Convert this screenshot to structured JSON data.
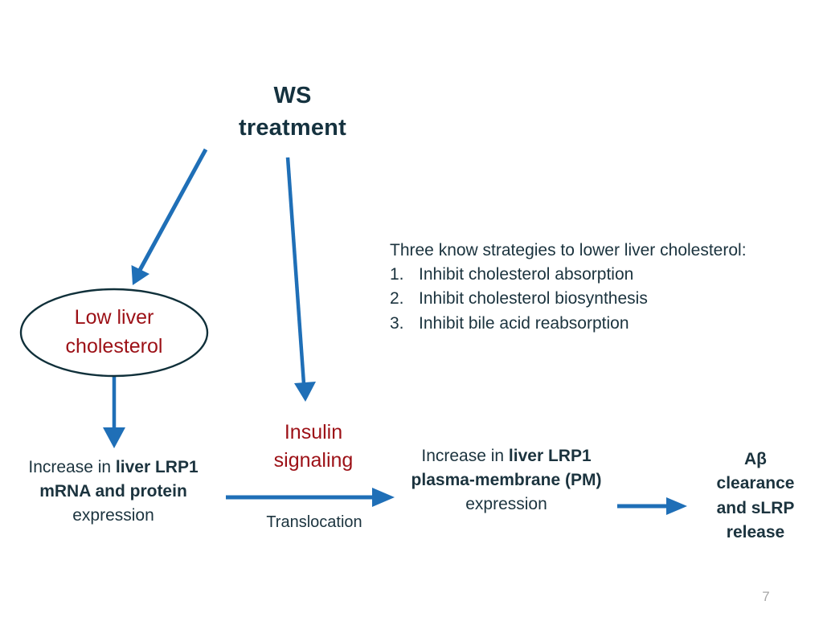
{
  "slide": {
    "page_number": "7",
    "background_color": "#ffffff"
  },
  "colors": {
    "arrow_blue": "#1F6FB7",
    "text_navy": "#1B333E",
    "accent_red": "#9C1016",
    "ellipse_stroke": "#10303A",
    "page_number_gray": "#A6A6A6"
  },
  "title": {
    "line1": "WS",
    "line2": "treatment"
  },
  "ellipse_node": {
    "line1": "Low liver",
    "line2": "cholesterol"
  },
  "strategy_block": {
    "heading": "Three know strategies to lower liver cholesterol:",
    "items": [
      {
        "num": "1.",
        "text": "Inhibit cholesterol absorption"
      },
      {
        "num": "2.",
        "text": "Inhibit cholesterol biosynthesis"
      },
      {
        "num": "3.",
        "text": "Inhibit bile acid reabsorption"
      }
    ]
  },
  "insulin_node": {
    "line1": "Insulin",
    "line2": "signaling"
  },
  "translocation_label": "Translocation",
  "flow_boxes": {
    "lrp1_mrna": {
      "prefix": "Increase in ",
      "bold": "liver LRP1 mRNA and protein",
      "suffix": " expression"
    },
    "lrp1_pm": {
      "prefix": "Increase in ",
      "bold": "liver LRP1 plasma-membrane (PM)",
      "suffix": " expression"
    },
    "abeta": {
      "line1": "Aβ",
      "line2": "clearance",
      "line3": "and sLRP",
      "line4": "release"
    }
  },
  "arrows": [
    {
      "name": "arrow-ws-to-ellipse",
      "from": "WS treatment",
      "to": "Low liver cholesterol",
      "direction": "diagonal-down-left"
    },
    {
      "name": "arrow-ws-to-insulin",
      "from": "WS treatment",
      "to": "Insulin signaling",
      "direction": "down"
    },
    {
      "name": "arrow-ellipse-to-lrp1-mrna",
      "from": "Low liver cholesterol",
      "to": "Increase in liver LRP1 mRNA and protein expression",
      "direction": "down"
    },
    {
      "name": "arrow-mrna-to-pm",
      "from": "Increase in liver LRP1 mRNA and protein expression",
      "to": "Increase in liver LRP1 plasma-membrane (PM) expression",
      "direction": "right",
      "label": "Translocation"
    },
    {
      "name": "arrow-pm-to-abeta",
      "from": "Increase in liver LRP1 plasma-membrane (PM) expression",
      "to": "Aβ clearance and sLRP release",
      "direction": "right"
    }
  ]
}
